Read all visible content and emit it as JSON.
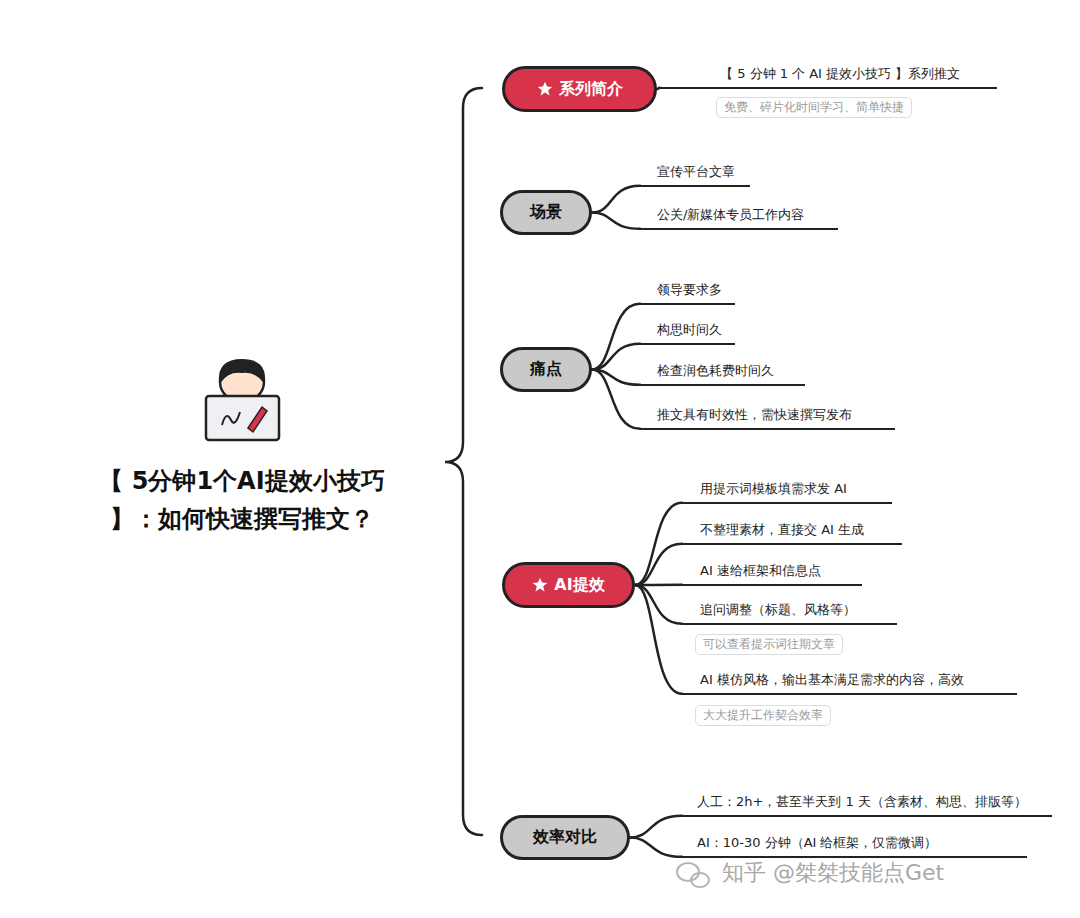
{
  "diagram": {
    "title": "【 5分钟1个AI提效小技巧 】：如何快速撰写推文？",
    "nodes": [
      {
        "text": [
          "系列简介"
        ]
      },
      {
        "text": [
          "【 5 分钟 1 个 AI 提效小技巧 】系列推文"
        ]
      },
      {
        "text": [
          "免费、碎片化时间学习、简单快捷"
        ]
      },
      {
        "text": [
          "场景"
        ]
      },
      {
        "text": [
          "宣传平台文章"
        ]
      },
      {
        "text": [
          "公关/新媒体专员工作内容"
        ]
      },
      {
        "text": [
          "痛点"
        ]
      },
      {
        "text": [
          "领导要求多"
        ]
      },
      {
        "text": [
          "构思时间久"
        ]
      },
      {
        "text": [
          "检查润色耗费时间久"
        ]
      },
      {
        "text": [
          "推文具有时效性，需快速撰写发布"
        ]
      },
      {
        "text": [
          "AI提效"
        ]
      },
      {
        "text": [
          "用提示词模板填需求发 AI"
        ]
      },
      {
        "text": [
          "不整理素材，直接交 AI 生成"
        ]
      },
      {
        "text": [
          "AI 速给框架和信息点"
        ]
      },
      {
        "text": [
          "追问调整（标题、风格等）"
        ]
      },
      {
        "text": [
          "可以查看提示词往期文章"
        ]
      },
      {
        "text": [
          "AI 模仿风格，输出基本满足需求的内容，高效"
        ]
      },
      {
        "text": [
          "大大提升工作契合效率"
        ]
      },
      {
        "text": [
          "效率对比"
        ]
      },
      {
        "text": [
          "人工：2h+，甚至半天到 1 天（含素材、构思、排版等）"
        ]
      },
      {
        "text": [
          "AI：10-30 分钟（AI 给框架，仅需微调）"
        ]
      }
    ],
    "edges": [
      {
        "from": 0,
        "to": 1,
        "arrow": "none"
      },
      {
        "from": 3,
        "to": 4,
        "arrow": "none"
      },
      {
        "from": 3,
        "to": 5,
        "arrow": "none"
      },
      {
        "from": 6,
        "to": 7,
        "arrow": "none"
      },
      {
        "from": 6,
        "to": 8,
        "arrow": "none"
      },
      {
        "from": 6,
        "to": 9,
        "arrow": "none"
      },
      {
        "from": 6,
        "to": 10,
        "arrow": "none"
      },
      {
        "from": 11,
        "to": 12,
        "arrow": "none"
      },
      {
        "from": 11,
        "to": 13,
        "arrow": "none"
      },
      {
        "from": 11,
        "to": 14,
        "arrow": "none"
      },
      {
        "from": 11,
        "to": 15,
        "arrow": "none"
      },
      {
        "from": 11,
        "to": 17,
        "arrow": "none"
      },
      {
        "from": 19,
        "to": 20,
        "arrow": "none"
      },
      {
        "from": 19,
        "to": 21,
        "arrow": "none"
      }
    ],
    "labels": [
      "知乎 @桀桀技能点Get"
    ]
  }
}
